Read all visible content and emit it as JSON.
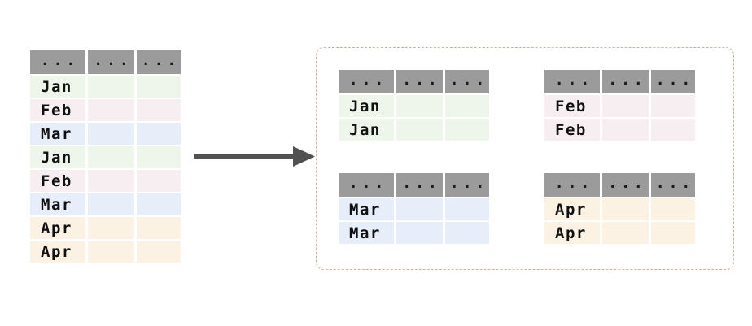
{
  "colors": {
    "header_bg": "#9b9b9b",
    "jan_row": "#eef5ea",
    "feb_row": "#f6eef0",
    "mar_row": "#e7edf9",
    "apr_row": "#fcf2e3",
    "arrow": "#515151",
    "dashed_border": "#cdb29f",
    "text": "#111111"
  },
  "source_table": {
    "headers": [
      "...",
      "...",
      "..."
    ],
    "rows": [
      {
        "label": "Jan",
        "style": "--row-bg:#eef5ea"
      },
      {
        "label": "Feb",
        "style": "--row-bg:#f6eef0"
      },
      {
        "label": "Mar",
        "style": "--row-bg:#e7edf9"
      },
      {
        "label": "Jan",
        "style": "--row-bg:#eef5ea"
      },
      {
        "label": "Feb",
        "style": "--row-bg:#f6eef0"
      },
      {
        "label": "Mar",
        "style": "--row-bg:#e7edf9"
      },
      {
        "label": "Apr",
        "style": "--row-bg:#fcf2e3"
      },
      {
        "label": "Apr",
        "style": "--row-bg:#fcf2e3"
      }
    ]
  },
  "groups": [
    {
      "headers": [
        "...",
        "...",
        "..."
      ],
      "rows": [
        {
          "label": "Jan",
          "style": "--row-bg:#eef5ea"
        },
        {
          "label": "Jan",
          "style": "--row-bg:#eef5ea"
        }
      ]
    },
    {
      "headers": [
        "...",
        "...",
        "..."
      ],
      "rows": [
        {
          "label": "Feb",
          "style": "--row-bg:#f6eef0"
        },
        {
          "label": "Feb",
          "style": "--row-bg:#f6eef0"
        }
      ]
    },
    {
      "headers": [
        "...",
        "...",
        "..."
      ],
      "rows": [
        {
          "label": "Mar",
          "style": "--row-bg:#e7edf9"
        },
        {
          "label": "Mar",
          "style": "--row-bg:#e7edf9"
        }
      ]
    },
    {
      "headers": [
        "...",
        "...",
        "..."
      ],
      "rows": [
        {
          "label": "Apr",
          "style": "--row-bg:#fcf2e3"
        },
        {
          "label": "Apr",
          "style": "--row-bg:#fcf2e3"
        }
      ]
    }
  ]
}
